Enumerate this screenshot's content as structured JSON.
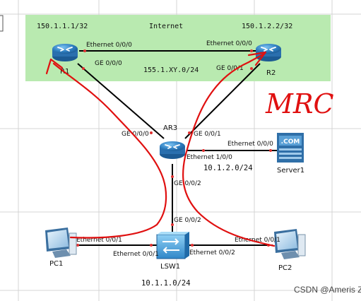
{
  "cloud": {
    "label": "Internet",
    "color": "#b9eab0"
  },
  "subnets": {
    "r1_loopback": "150.1.1.1/32",
    "r2_loopback": "150.1.2.2/32",
    "wan": "155.1.XY.0/24",
    "server": "10.1.2.0/24",
    "lan": "10.1.1.0/24"
  },
  "nodes": {
    "r1": "R1",
    "r2": "R2",
    "ar3": "AR3",
    "server1": "Server1",
    "lsw1": "LSW1",
    "pc1": "PC1",
    "pc2": "PC2"
  },
  "ports": {
    "r1_e000": "Ethernet 0/0/0",
    "r2_e000": "Ethernet 0/0/0",
    "r1_ge000": "GE 0/0/0",
    "r2_ge001": "GE 0/0/1",
    "ar3_ge000": "GE 0/0/0",
    "ar3_ge001": "GE 0/0/1",
    "ar3_e100": "Ethernet 1/0/0",
    "server_e000": "Ethernet 0/0/0",
    "ar3_ge002": "GE 0/0/2",
    "lsw_ge002": "GE 0/0/2",
    "pc1_e001": "Ethernet 0/0/1",
    "lsw_e001": "Ethernet 0/0/1",
    "lsw_e002": "Ethernet 0/0/2",
    "pc2_e001": "Ethernet 0/0/1"
  },
  "annotation": {
    "text": "MRC",
    "color": "#e01010"
  },
  "server_badge": ".COM",
  "watermark": "CSDN @Ameris Z",
  "icons": [
    "router-icon",
    "switch-icon",
    "server-icon",
    "pc-icon"
  ],
  "colors": {
    "router": "#2f7fc1",
    "link": "#000000",
    "grid": "#cfcfcf"
  }
}
